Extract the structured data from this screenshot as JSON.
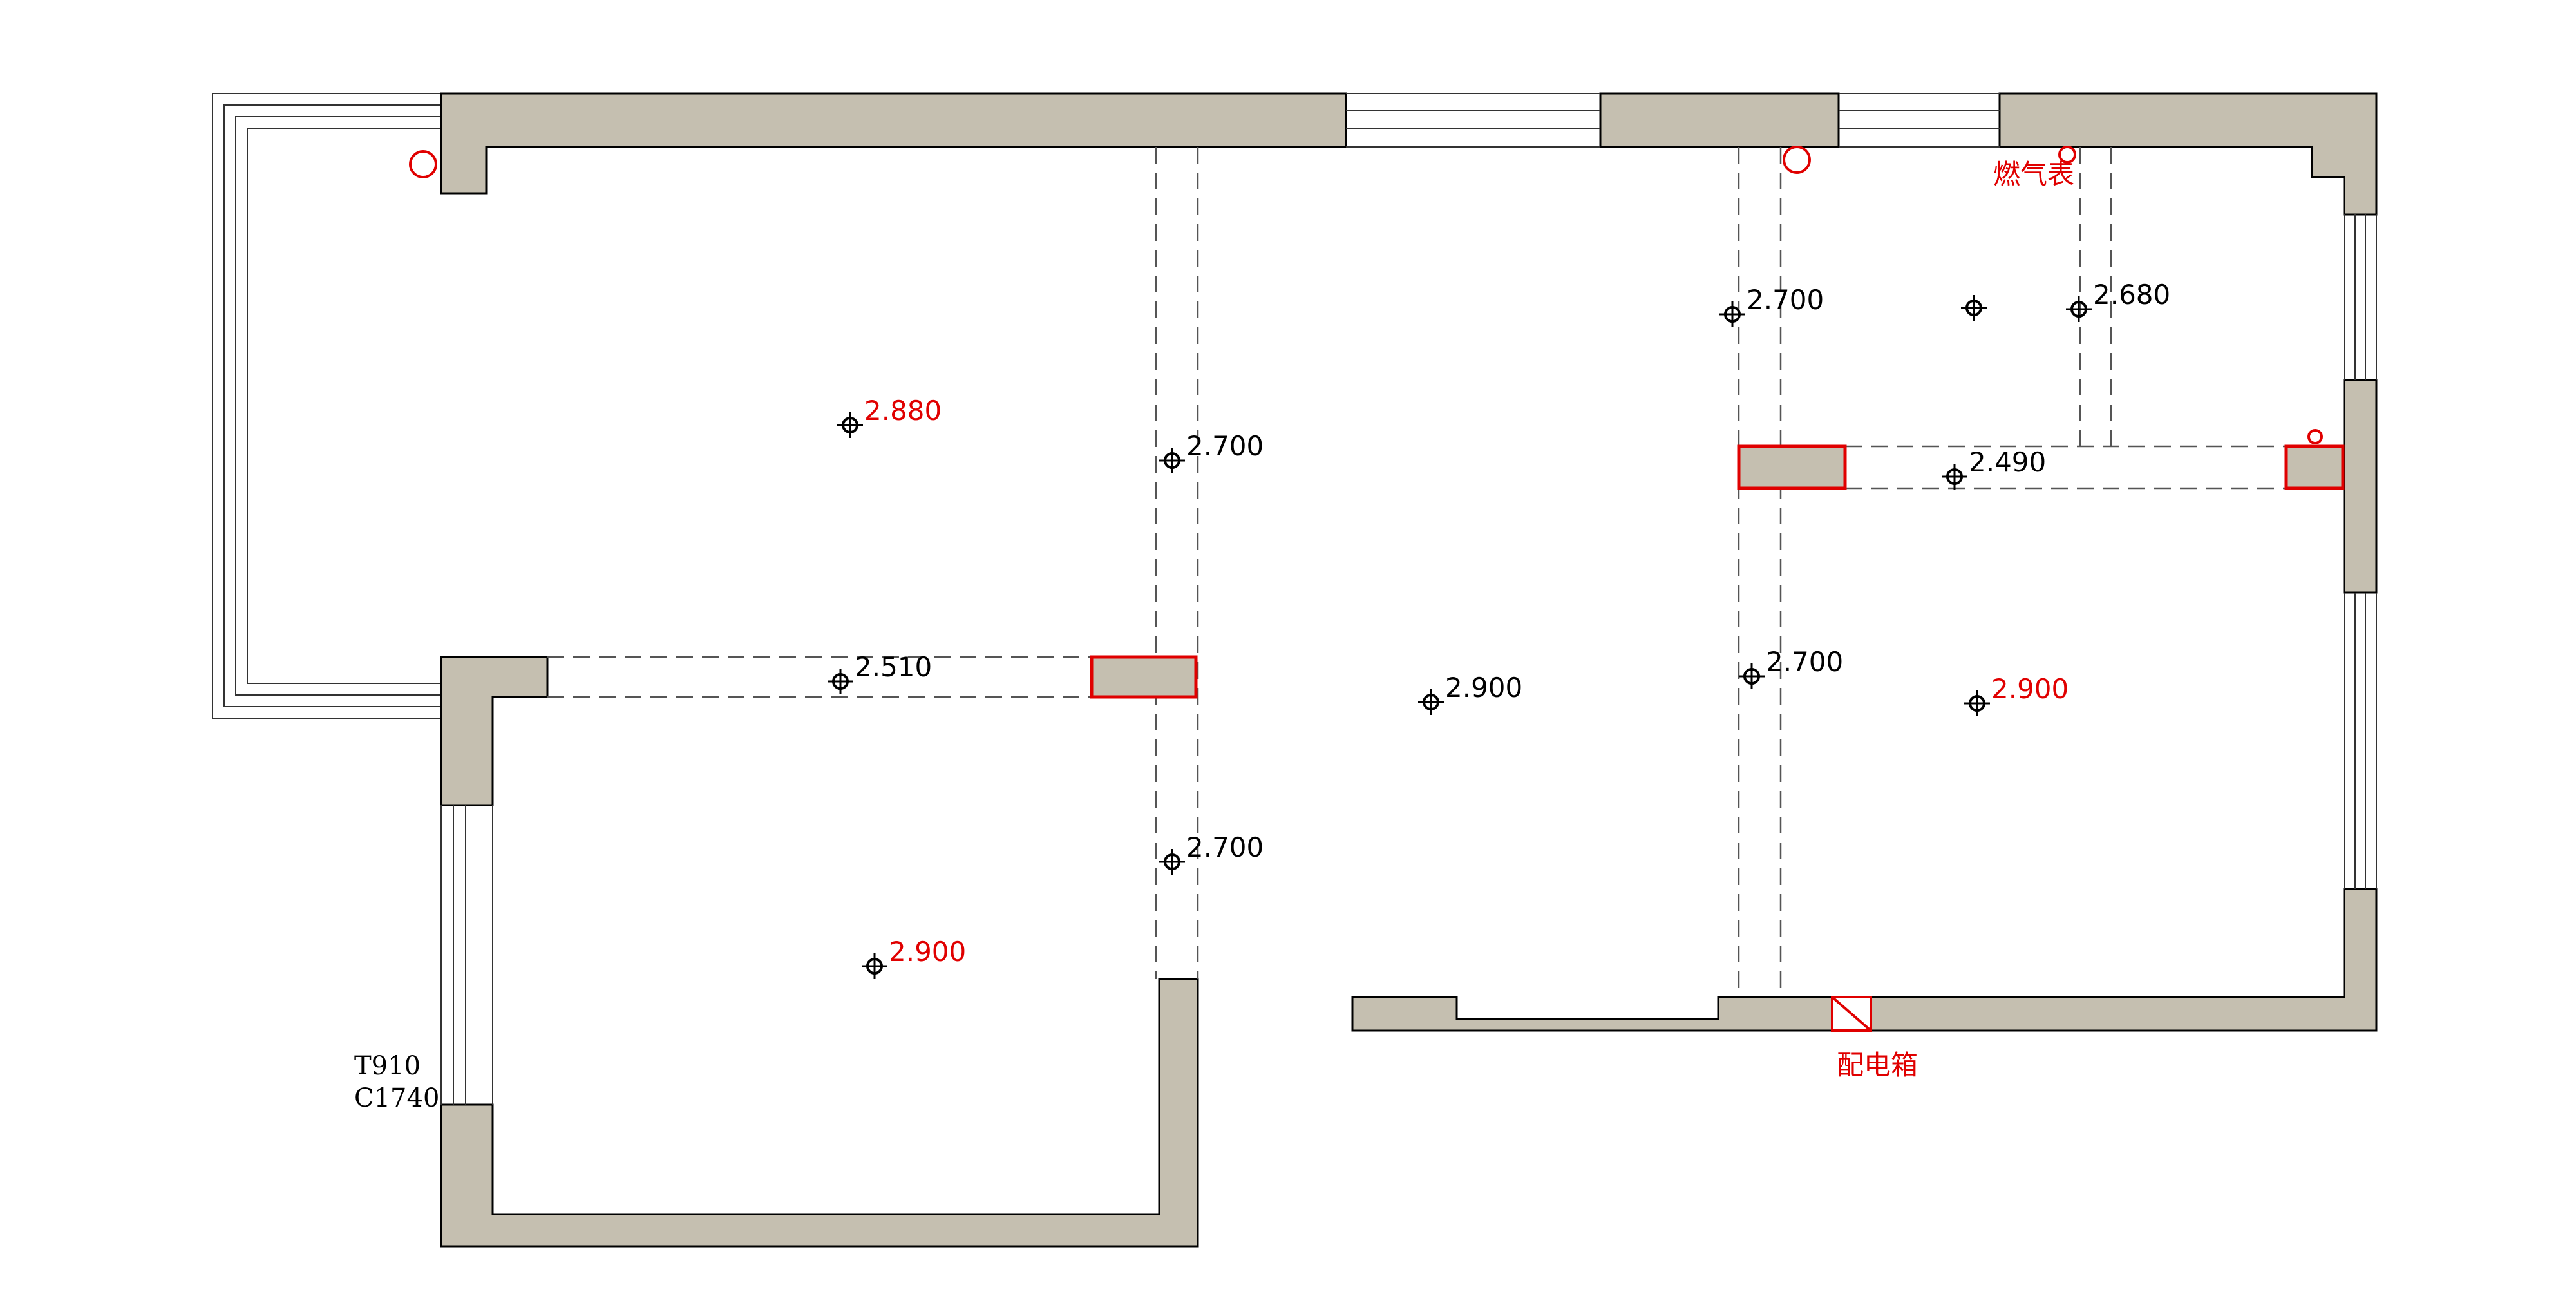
{
  "colors": {
    "wall": "#c5bfb0",
    "outline": "#000000",
    "marker": "#e00000",
    "text": "#000000"
  },
  "window_label": {
    "line1": "T910",
    "line2": "C1740"
  },
  "annotations": {
    "gas_meter": "燃气表",
    "distribution_box": "配电箱"
  },
  "heights": [
    {
      "id": "room1",
      "value": "2.880",
      "color": "#e00000"
    },
    {
      "id": "corr-top",
      "value": "2.700",
      "color": "#000000"
    },
    {
      "id": "door-hall",
      "value": "2.510",
      "color": "#000000"
    },
    {
      "id": "corr-bottom",
      "value": "2.700",
      "color": "#000000"
    },
    {
      "id": "room2",
      "value": "2.900",
      "color": "#e00000"
    },
    {
      "id": "living",
      "value": "2.900",
      "color": "#000000"
    },
    {
      "id": "right-vert-top",
      "value": "2.700",
      "color": "#000000"
    },
    {
      "id": "right-small",
      "value": "2.680",
      "color": "#000000"
    },
    {
      "id": "right-hall",
      "value": "2.490",
      "color": "#000000"
    },
    {
      "id": "right-vert-mid",
      "value": "2.700",
      "color": "#000000"
    },
    {
      "id": "room3",
      "value": "2.900",
      "color": "#e00000"
    },
    {
      "id": "kitchen",
      "value": "",
      "color": "#000000"
    }
  ]
}
